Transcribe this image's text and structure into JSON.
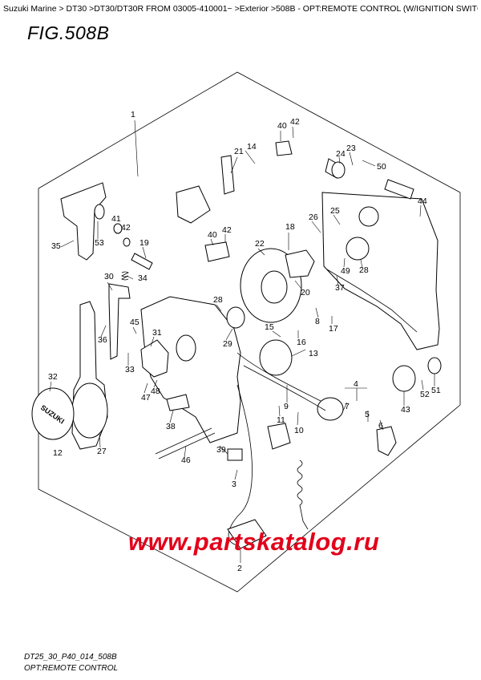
{
  "breadcrumb": "Suzuki Marine > DT30 >DT30/DT30R FROM 03005-410001~ >Exterior >508B - OPT:REMOTE CONTROL (W/IGNITION SWITCH) (DT30 P40) >",
  "figure_title": "FIG.508B",
  "watermark": "www.partskatalog.ru",
  "footer_code": "DT25_30_P40_014_508B",
  "footer_caption": "OPT:REMOTE CONTROL",
  "logo_text": "SUZUKI",
  "callouts": [
    "1",
    "2",
    "3",
    "4",
    "5",
    "6",
    "7",
    "8",
    "9",
    "10",
    "11",
    "12",
    "13",
    "14",
    "15",
    "16",
    "17",
    "18",
    "19",
    "20",
    "21",
    "22",
    "23",
    "24",
    "25",
    "26",
    "27",
    "28",
    "28",
    "29",
    "30",
    "31",
    "32",
    "33",
    "34",
    "35",
    "36",
    "37",
    "38",
    "39",
    "40",
    "40",
    "41",
    "42",
    "42",
    "42",
    "43",
    "44",
    "45",
    "46",
    "47",
    "48",
    "49",
    "50",
    "51",
    "52",
    "53"
  ]
}
